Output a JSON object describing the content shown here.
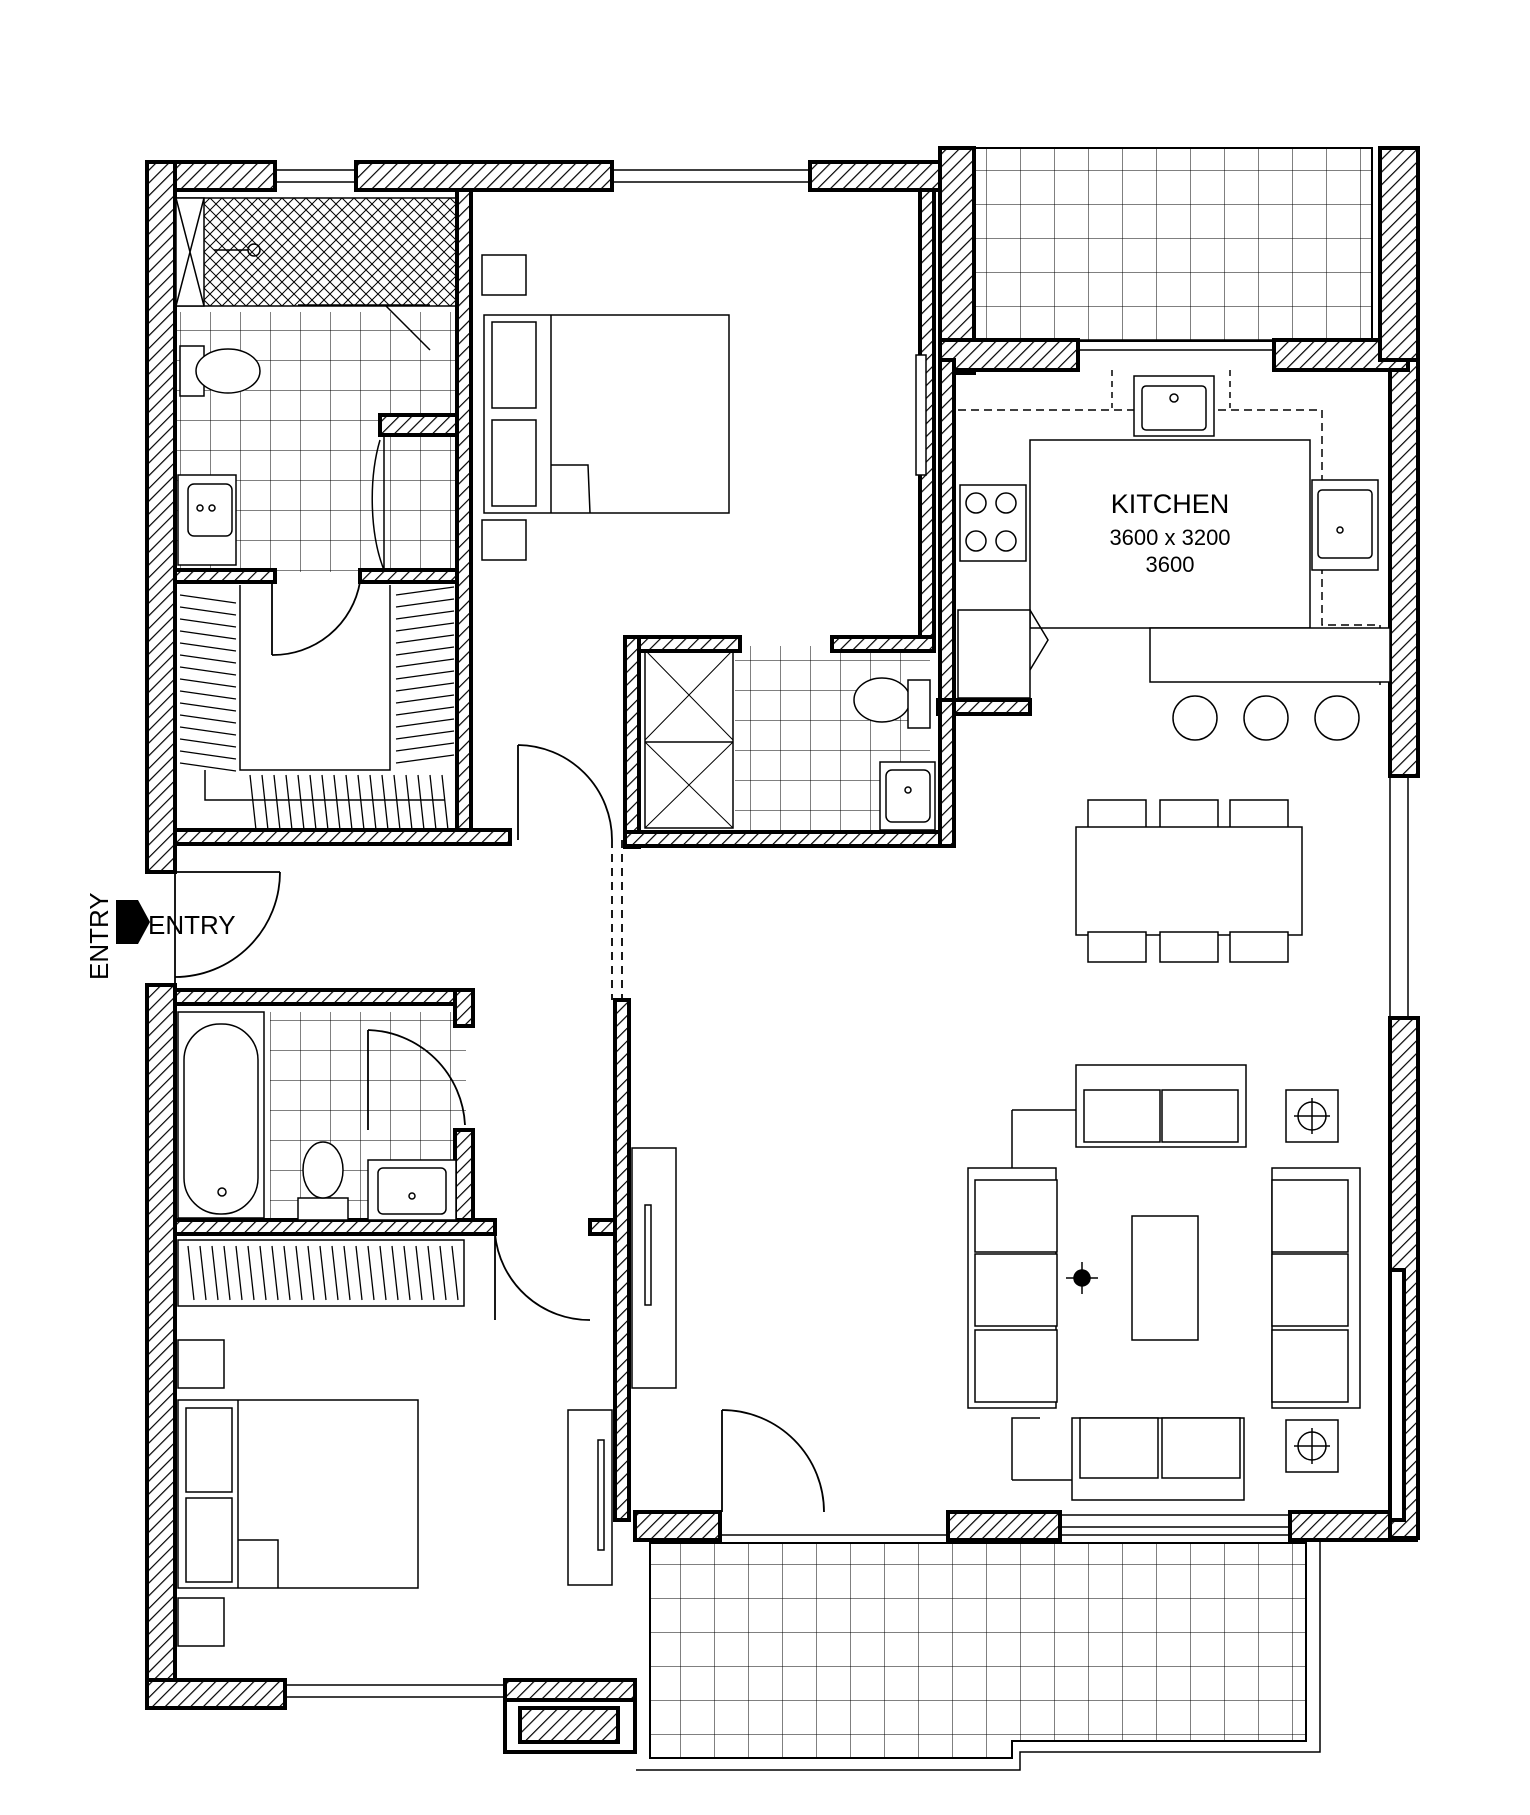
{
  "labels": {
    "kitchen_name": "KITCHEN",
    "kitchen_size": "3600 x 3200",
    "kitchen_ceiling": "3600",
    "entry_arrow": "ENTRY",
    "entry_side": "ENTRY"
  },
  "colors": {
    "line": "#000000",
    "background": "#ffffff"
  }
}
